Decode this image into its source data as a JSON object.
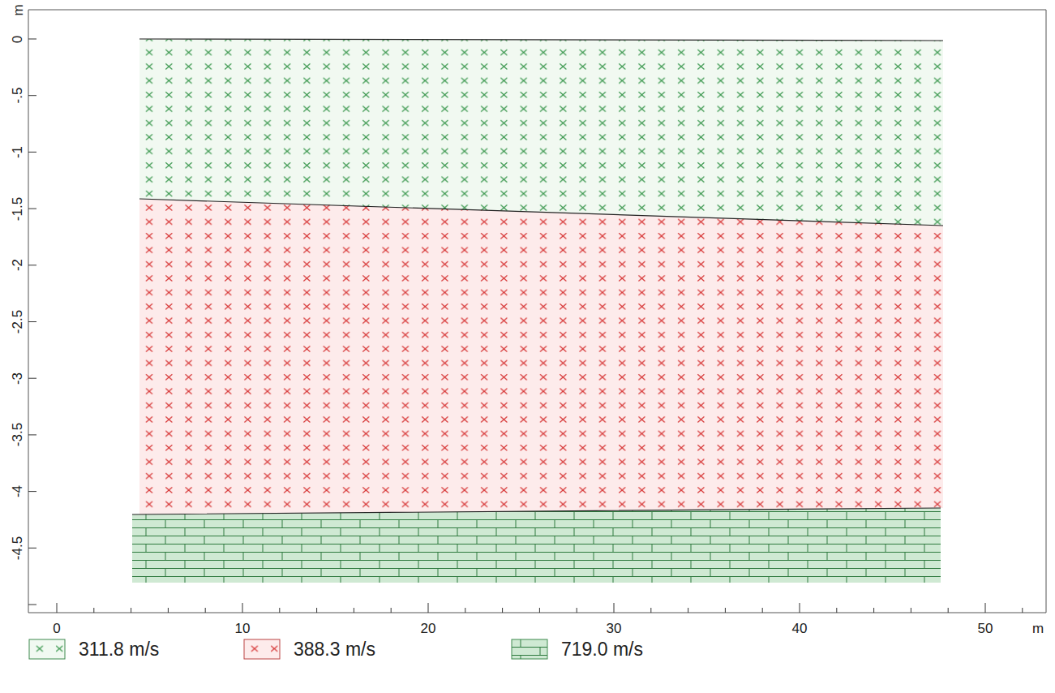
{
  "diagram": {
    "labels": [
      "m",
      "0",
      "-.5",
      "-1",
      "-1.5",
      "-2",
      "-2.5",
      "-3",
      "-3.5",
      "-4",
      "-4.5",
      "0",
      "10",
      "20",
      "30",
      "40",
      "50",
      "m"
    ],
    "legend": [
      {
        "text": "311.8 m/s"
      },
      {
        "text": "388.3 m/s"
      },
      {
        "text": "719.0 m/s"
      }
    ]
  }
}
